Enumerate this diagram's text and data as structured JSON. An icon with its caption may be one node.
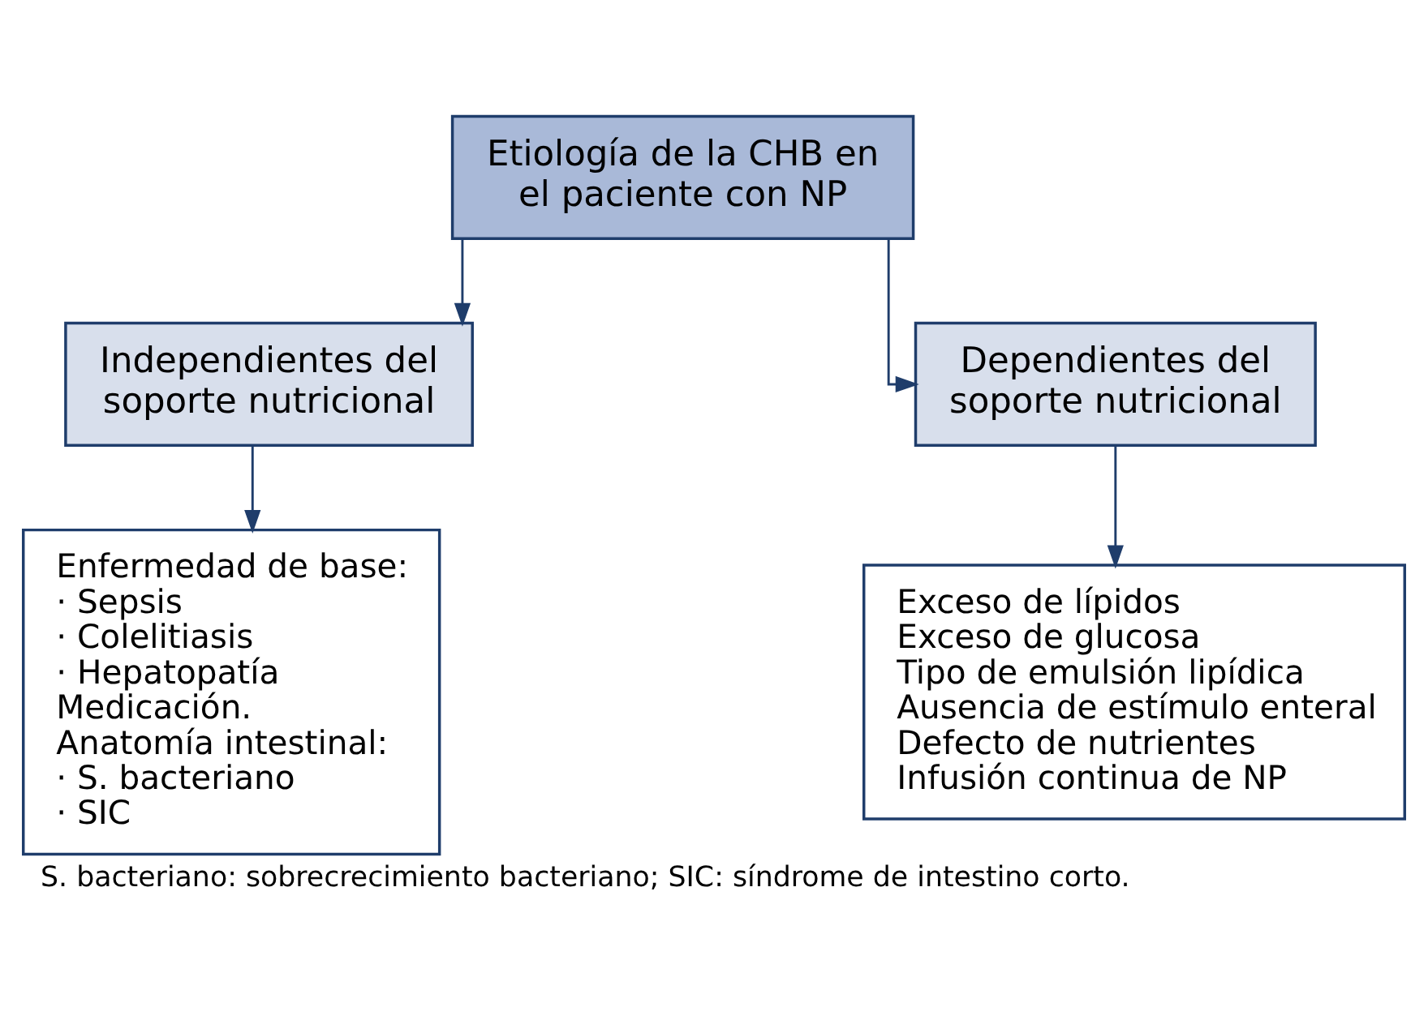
{
  "diagram": {
    "caption": "S. bacteriano: sobrecrecimiento bacteriano; SIC: síndrome de intestino corto.",
    "nodes": [
      {
        "text": [
          "Etiología de la CHB en el paciente con NP"
        ]
      },
      {
        "text": [
          "Independientes del soporte nutricional"
        ]
      },
      {
        "text": [
          "Dependientes del soporte nutricional"
        ]
      },
      {
        "text": [
          "Enfermedad de base:",
          "· Sepsis",
          "· Colelitiasis",
          "· Hepatopatía",
          "Medicación.",
          "Anatomía intestinal:",
          "· S. bacteriano",
          "· SIC"
        ]
      },
      {
        "text": [
          "Exceso de lípidos",
          "Exceso de glucosa",
          "Tipo de emulsión lipídica",
          "Ausencia de estímulo enteral",
          "Defecto de nutrientes",
          "Infusión continua de NP"
        ]
      }
    ],
    "edges": [
      {
        "from": 0,
        "to": 1,
        "arrow": "to"
      },
      {
        "from": 0,
        "to": 2,
        "arrow": "to"
      },
      {
        "from": 1,
        "to": 3,
        "arrow": "to"
      },
      {
        "from": 2,
        "to": 4,
        "arrow": "to"
      }
    ]
  }
}
